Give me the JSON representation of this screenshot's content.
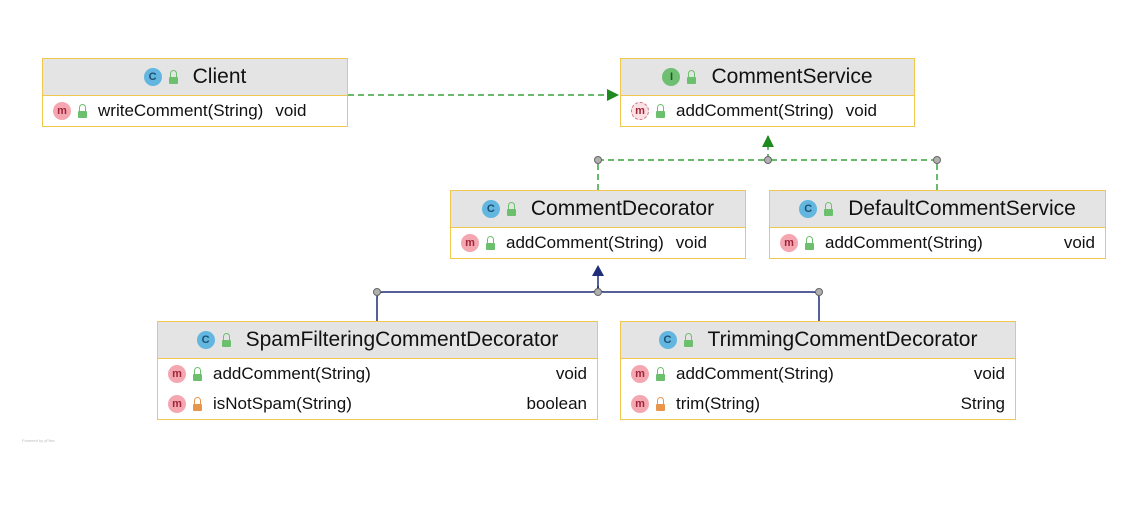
{
  "colors": {
    "box_border": "#f0c850",
    "header_bg": "#e4e4e4",
    "implements_edge": "#3aa33a",
    "extends_edge": "#1f2d7a",
    "class_icon": "#62b6e0",
    "interface_icon": "#6fbf73",
    "method_icon": "#f4a7b0",
    "public_lock": "#6cbf6c",
    "private_lock": "#e8964c"
  },
  "classes": {
    "client": {
      "name": "Client",
      "kind_icon": "C",
      "methods": [
        {
          "icon": "m",
          "name": "writeComment(String)",
          "ret": "void"
        }
      ]
    },
    "comment_service": {
      "name": "CommentService",
      "kind_icon": "I",
      "methods": [
        {
          "icon": "m",
          "name": "addComment(String)",
          "ret": "void"
        }
      ]
    },
    "comment_decorator": {
      "name": "CommentDecorator",
      "kind_icon": "C",
      "methods": [
        {
          "icon": "m",
          "name": "addComment(String)",
          "ret": "void"
        }
      ]
    },
    "default_comment_service": {
      "name": "DefaultCommentService",
      "kind_icon": "C",
      "methods": [
        {
          "icon": "m",
          "name": "addComment(String)",
          "ret": "void"
        }
      ]
    },
    "spam_filtering": {
      "name": "SpamFilteringCommentDecorator",
      "kind_icon": "C",
      "methods": [
        {
          "icon": "m",
          "name": "addComment(String)",
          "ret": "void"
        },
        {
          "icon": "m",
          "name": "isNotSpam(String)",
          "ret": "boolean"
        }
      ]
    },
    "trimming": {
      "name": "TrimmingCommentDecorator",
      "kind_icon": "C",
      "methods": [
        {
          "icon": "m",
          "name": "addComment(String)",
          "ret": "void"
        },
        {
          "icon": "m",
          "name": "trim(String)",
          "ret": "String"
        }
      ]
    }
  },
  "footer": {
    "credit": "Powered by yFiles"
  }
}
